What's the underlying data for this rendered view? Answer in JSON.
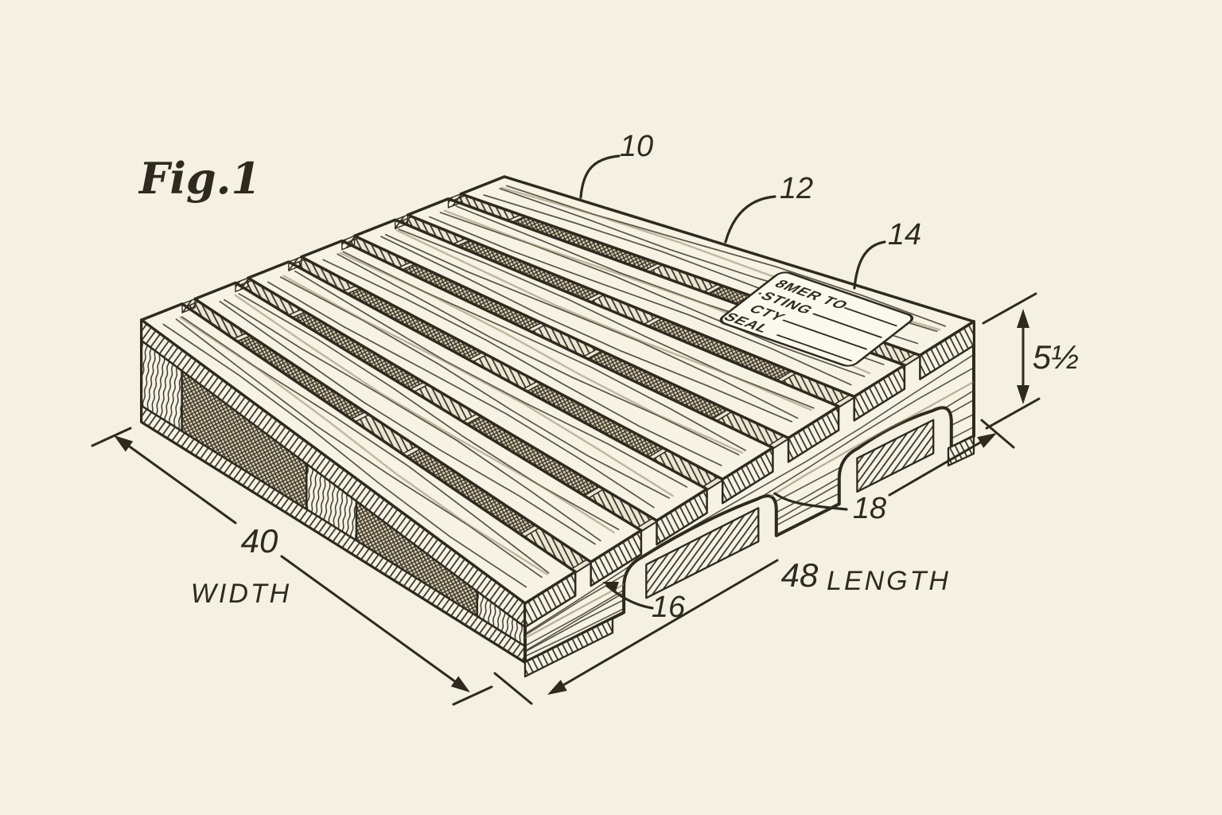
{
  "figure": {
    "label": "Fig.1"
  },
  "refs": {
    "r10": "10",
    "r12": "12",
    "r14": "14",
    "r16": "16",
    "r18": "18"
  },
  "dimensions": {
    "width": {
      "value": "40",
      "label": "WIDTH"
    },
    "length": {
      "value": "48",
      "label": "LENGTH"
    },
    "height": {
      "value": "5½"
    }
  },
  "seal": {
    "line1": "8MER TO",
    "line2": "·STING",
    "line3": "CTY",
    "line4": "SEAL"
  },
  "colors": {
    "background": "#f4f0e2",
    "ink": "#2e2a1f",
    "tint": "#8b7a55",
    "paper": "#f6f2e4",
    "seal_paper": "#fbf8ee"
  }
}
